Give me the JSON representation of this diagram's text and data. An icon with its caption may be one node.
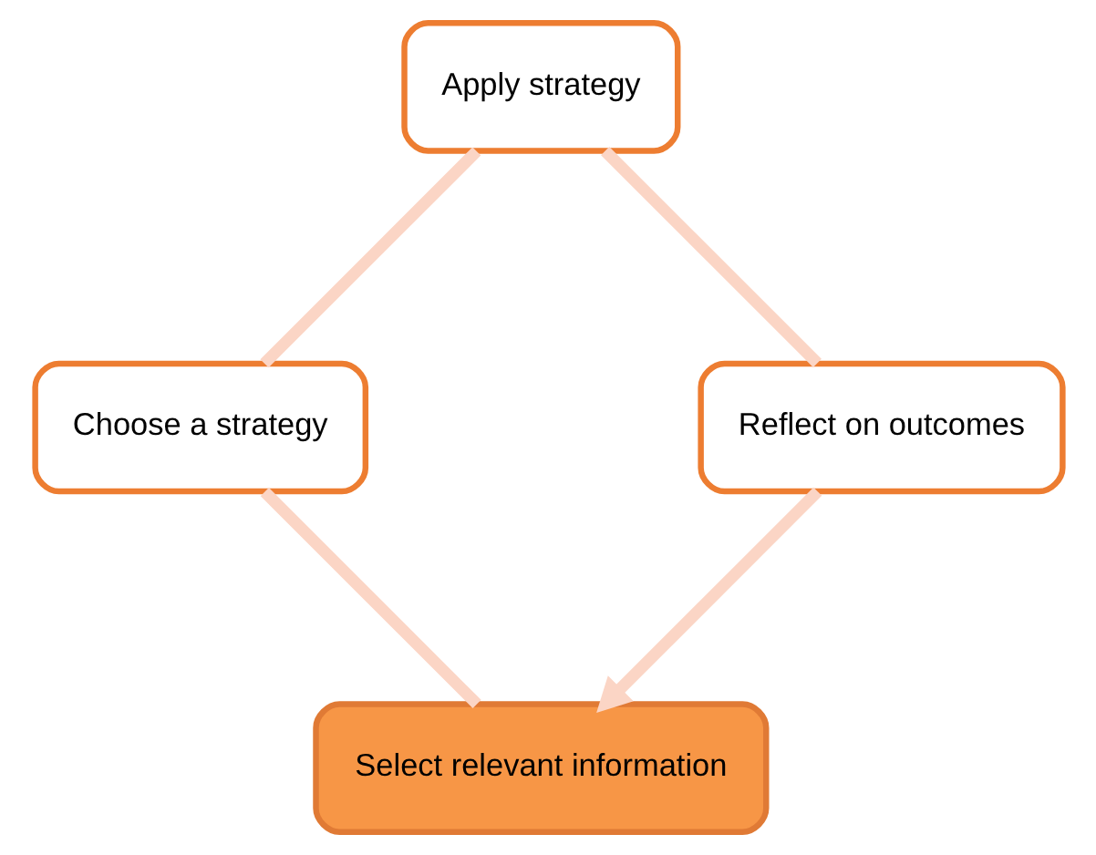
{
  "diagram": {
    "nodes": [
      {
        "text": [
          "Select relevant information"
        ]
      },
      {
        "text": [
          "Choose a strategy"
        ]
      },
      {
        "text": [
          "Apply strategy"
        ]
      },
      {
        "text": [
          "Reflect on outcomes"
        ]
      }
    ],
    "edges": [
      {
        "from": 0,
        "to": 1,
        "arrow": "none"
      },
      {
        "from": 1,
        "to": 2,
        "arrow": "none"
      },
      {
        "from": 2,
        "to": 3,
        "arrow": "none"
      },
      {
        "from": 3,
        "to": 0,
        "arrow": "to"
      }
    ]
  }
}
